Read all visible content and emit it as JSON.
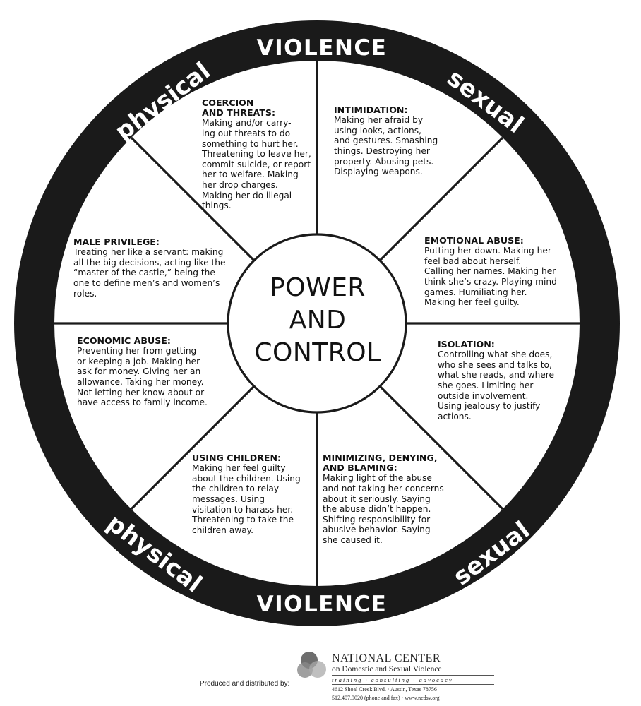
{
  "rim_labels": {
    "top": "VIOLENCE",
    "bottom": "VIOLENCE",
    "upper_left": "physical",
    "upper_right": "sexual",
    "lower_left": "physical",
    "lower_right": "sexual"
  },
  "center": {
    "line1": "POWER",
    "line2": "AND",
    "line3": "CONTROL"
  },
  "segments": {
    "coercion": {
      "title_line1": "COERCION",
      "title_line2": "AND THREATS:",
      "body": "Making and/or carry-\ning out threats to do\nsomething to hurt her.\nThreatening to leave her,\ncommit suicide, or report\nher to welfare.  Making\nher drop charges.\nMaking her do illegal\nthings."
    },
    "intimidation": {
      "title_line1": "INTIMIDATION:",
      "body": "Making her afraid by\nusing looks, actions,\nand gestures.  Smashing\nthings.  Destroying her\nproperty.  Abusing pets.\nDisplaying weapons."
    },
    "male_privilege": {
      "title_line1": "MALE PRIVILEGE:",
      "body": "Treating her like a servant: making\nall the big decisions, acting like the\n“master of the castle,” being the\none to define men’s and women’s\nroles."
    },
    "emotional_abuse": {
      "title_line1": "EMOTIONAL ABUSE:",
      "body": "Putting her down.  Making her\nfeel bad about herself.\nCalling her names.  Making her\nthink she’s crazy.  Playing mind\ngames.  Humiliating her.\nMaking her feel guilty."
    },
    "economic_abuse": {
      "title_line1": "ECONOMIC ABUSE:",
      "body": "Preventing her from getting\nor keeping a job.  Making her\nask for money.  Giving her an\nallowance.  Taking her money.\nNot letting her know about or\nhave access to family income."
    },
    "isolation": {
      "title_line1": "ISOLATION:",
      "body": "Controlling what she does,\nwho she sees and talks to,\nwhat she reads, and where\nshe goes.  Limiting her\noutside involvement.\nUsing jealousy to justify\nactions."
    },
    "using_children": {
      "title_line1": "USING CHILDREN:",
      "body": "Making her feel guilty\nabout the children.  Using\nthe children to relay\nmessages.  Using\nvisitation to harass her.\nThreatening to take the\nchildren away."
    },
    "minimizing": {
      "title_line1": "MINIMIZING, DENYING,",
      "title_line2": "AND BLAMING:",
      "body": "Making light of the abuse\nand not taking her concerns\nabout it seriously.  Saying\nthe abuse didn’t happen.\nShifting responsibility for\nabusive behavior.  Saying\nshe caused it."
    }
  },
  "footer": {
    "produced_by": "Produced and distributed by:",
    "org_name": "NATIONAL CENTER",
    "org_subtitle": "on Domestic and Sexual Violence",
    "tagline": "training  ·  consulting  ·  advocacy",
    "address": "4612 Shoal Creek Blvd.  ·  Austin, Texas 78756",
    "contact": "512.407.9020 (phone and fax)  ·  www.ncdsv.org"
  },
  "colors": {
    "rim": "#1a1a1a",
    "rim_text": "#ffffff",
    "ink": "#111111",
    "background": "#ffffff"
  }
}
